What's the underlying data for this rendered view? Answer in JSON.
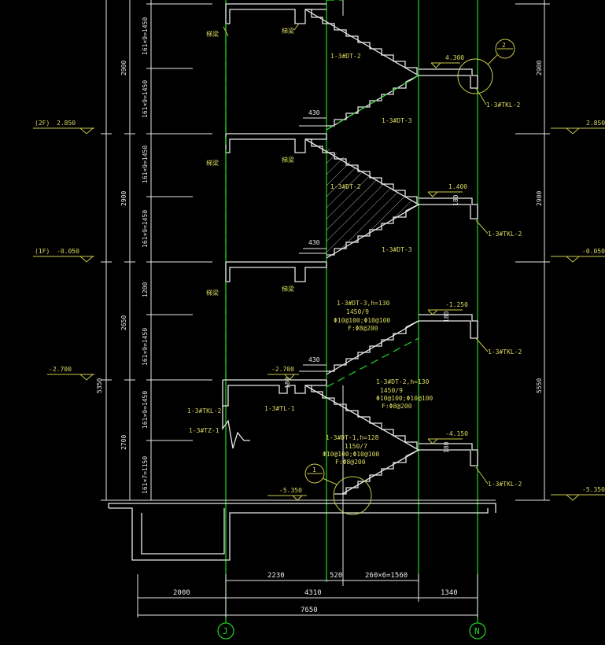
{
  "labels": {
    "beam_tag": "梯梁",
    "level_2f": "(2F)",
    "level_2f_value": "2.850",
    "level_1f": "(1F)",
    "level_1f_value": "-0.050",
    "level_m2700": "-2.700",
    "level_m5350": "-5.350",
    "level_4300": "4.300",
    "level_1400": "1.400",
    "level_m1250": "-1.250",
    "level_m4150": "-4.150",
    "flight_dt2_top": "1-3#DT-2",
    "flight_dt3_top": "1-3#DT-3",
    "flight_dt2_mid": "1-3#DT-2",
    "flight_dt3_mid": "1-3#DT-3",
    "dt3_spec": [
      "1-3#DT-3,h=130",
      "1450/9",
      "Φ10@100;Φ10@100",
      "F:Φ8@200"
    ],
    "dt2_spec": [
      "1-3#DT-2,h=130",
      "1450/9",
      "Φ10@100;Φ10@100",
      "F:Φ8@200"
    ],
    "dt1_spec": [
      "1-3#DT-1,h=128",
      "1150/7",
      "Φ10@100;Φ10@100",
      "F:Φ8@200"
    ],
    "tkl2": "1-3#TKL-2",
    "tl1": "1-3#TL-1",
    "tz1": "1-3#TZ-1",
    "detail_tag": "2",
    "detail_tag_lower": "1",
    "dim_430": "430",
    "dim_180": "180",
    "flight_spec": "161×9=1450",
    "flight_spec_lower": "161×7=1150",
    "dim_2900": "2900",
    "dim_1200": "1200",
    "dim_2650": "2650",
    "dim_2700": "2700",
    "dim_5350": "5350",
    "dim_5550": "5550",
    "dim_2230": "2230",
    "dim_520": "520",
    "dim_1560": "260×6=1560",
    "dim_2000": "2000",
    "dim_4310": "4310",
    "dim_1340": "1340",
    "dim_7650": "7650",
    "axis_j": "J",
    "axis_n": "N"
  }
}
